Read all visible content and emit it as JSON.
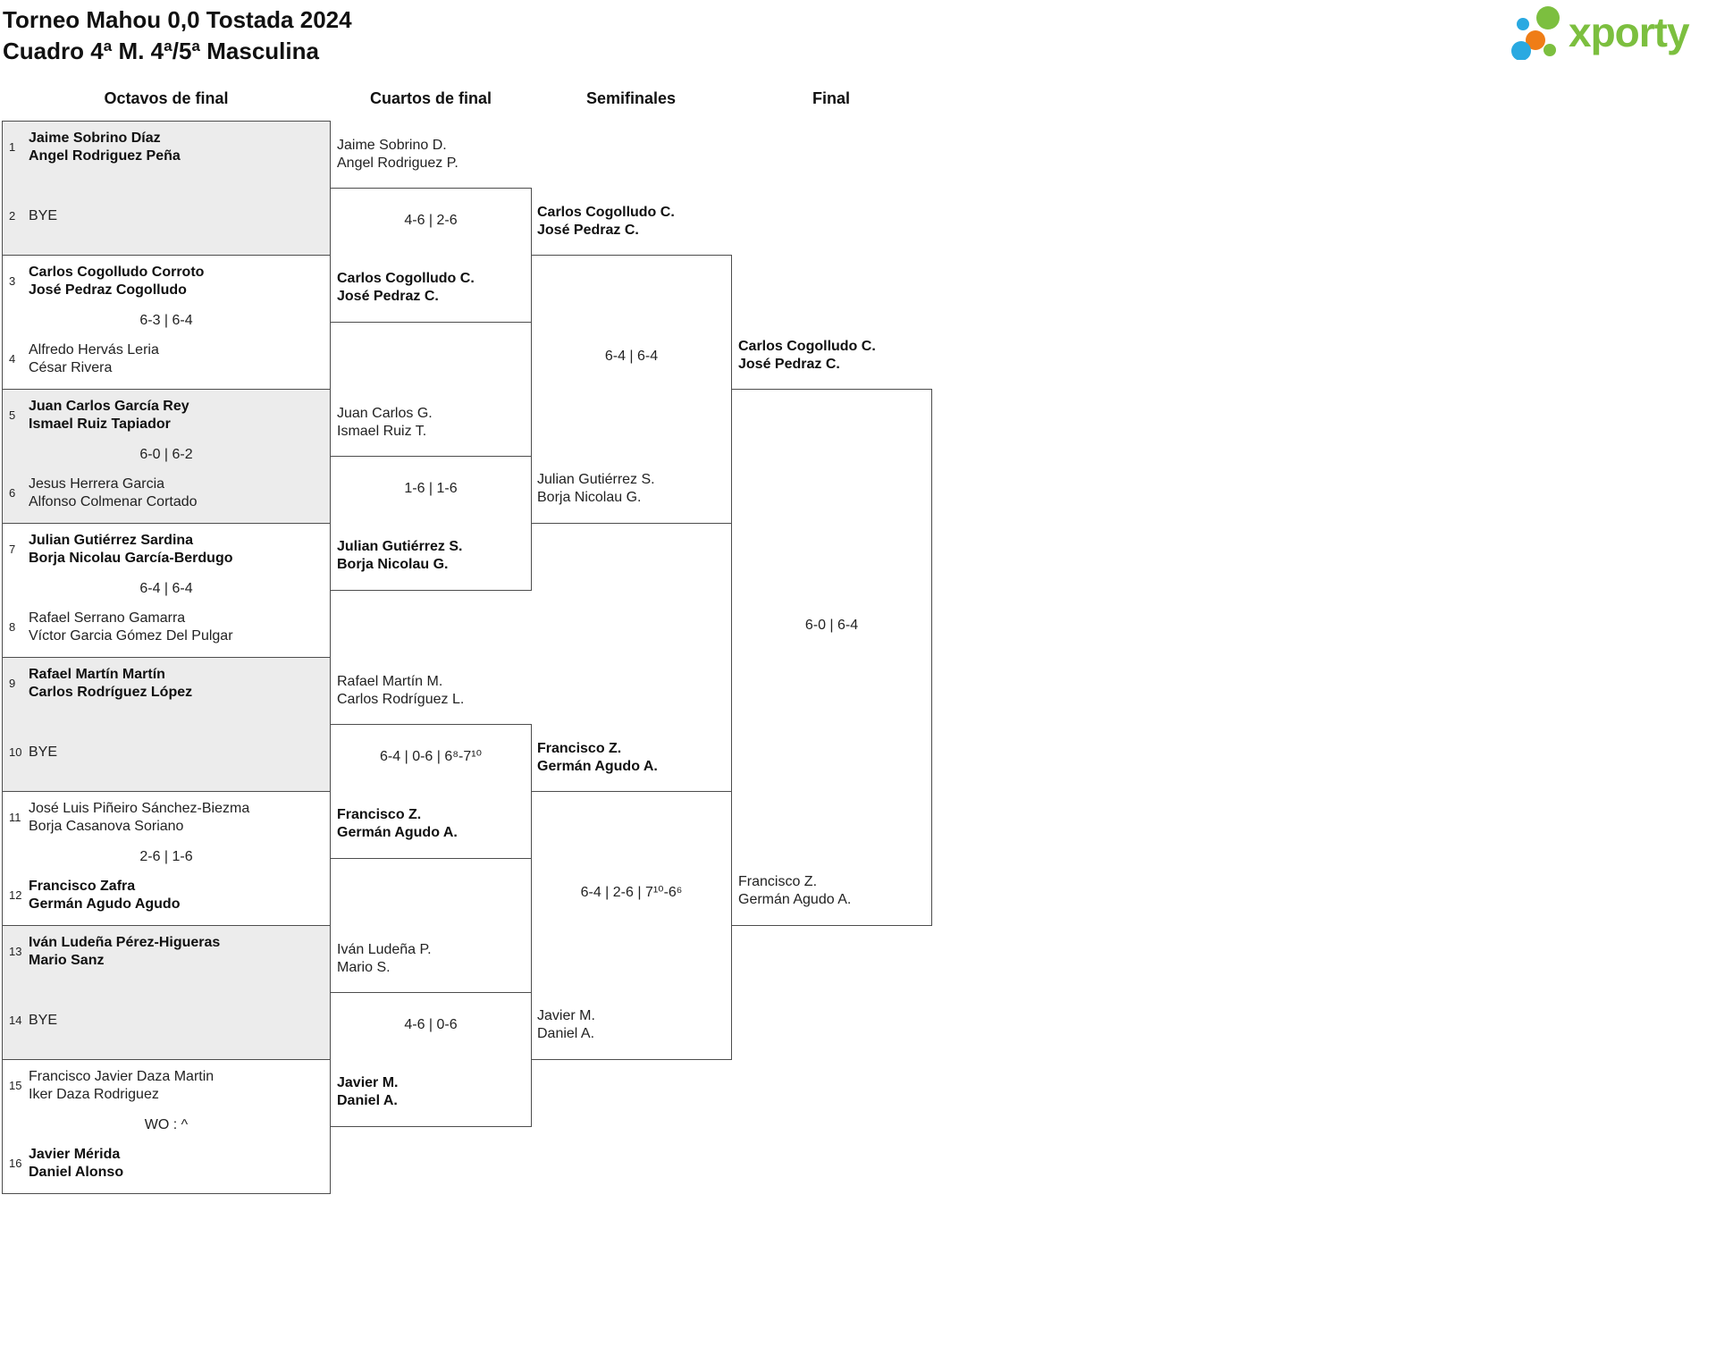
{
  "title": "Torneo Mahou 0,0 Tostada 2024",
  "subtitle": "Cuadro 4ª M. 4ª/5ª Masculina",
  "logo": {
    "text": "xporty",
    "green": "#7cbf3f",
    "blue": "#29a9e1",
    "orange": "#ef7d17"
  },
  "columns": [
    "Octavos de final",
    "Cuartos de final",
    "Semifinales",
    "Final"
  ],
  "rounds": {
    "octavos": {
      "matches": [
        {
          "top": {
            "seed": "1",
            "lines": [
              "Jaime Sobrino Díaz",
              "Angel Rodriguez Peña"
            ],
            "bold": true
          },
          "bottom": {
            "seed": "2",
            "lines": [
              "BYE"
            ],
            "bold": false
          },
          "score": ""
        },
        {
          "top": {
            "seed": "3",
            "lines": [
              "Carlos Cogolludo Corroto",
              "José Pedraz Cogolludo"
            ],
            "bold": true
          },
          "bottom": {
            "seed": "4",
            "lines": [
              "Alfredo Hervás Leria",
              "César Rivera"
            ],
            "bold": false
          },
          "score": "6-3 | 6-4"
        },
        {
          "top": {
            "seed": "5",
            "lines": [
              "Juan Carlos García Rey",
              "Ismael Ruiz Tapiador"
            ],
            "bold": true
          },
          "bottom": {
            "seed": "6",
            "lines": [
              "Jesus Herrera Garcia",
              "Alfonso Colmenar Cortado"
            ],
            "bold": false
          },
          "score": "6-0 | 6-2"
        },
        {
          "top": {
            "seed": "7",
            "lines": [
              "Julian Gutiérrez Sardina",
              "Borja Nicolau García-Berdugo"
            ],
            "bold": true
          },
          "bottom": {
            "seed": "8",
            "lines": [
              "Rafael Serrano Gamarra",
              "Víctor Garcia Gómez Del Pulgar"
            ],
            "bold": false
          },
          "score": "6-4 | 6-4"
        },
        {
          "top": {
            "seed": "9",
            "lines": [
              "Rafael Martín Martín",
              "Carlos Rodríguez López"
            ],
            "bold": true
          },
          "bottom": {
            "seed": "10",
            "lines": [
              "BYE"
            ],
            "bold": false
          },
          "score": ""
        },
        {
          "top": {
            "seed": "11",
            "lines": [
              "José Luis Piñeiro Sánchez-Biezma",
              "Borja Casanova Soriano"
            ],
            "bold": false
          },
          "bottom": {
            "seed": "12",
            "lines": [
              "Francisco Zafra",
              "Germán Agudo Agudo"
            ],
            "bold": true
          },
          "score": "2-6 | 1-6"
        },
        {
          "top": {
            "seed": "13",
            "lines": [
              "Iván Ludeña Pérez-Higueras",
              "Mario Sanz"
            ],
            "bold": true
          },
          "bottom": {
            "seed": "14",
            "lines": [
              "BYE"
            ],
            "bold": false
          },
          "score": ""
        },
        {
          "top": {
            "seed": "15",
            "lines": [
              "Francisco Javier Daza Martin",
              "Iker Daza Rodriguez"
            ],
            "bold": false
          },
          "bottom": {
            "seed": "16",
            "lines": [
              "Javier Mérida",
              "Daniel Alonso"
            ],
            "bold": true
          },
          "score": "WO : ^"
        }
      ]
    },
    "cuartos": {
      "matches": [
        {
          "top": {
            "lines": [
              "Jaime Sobrino D.",
              "Angel Rodriguez P."
            ],
            "bold": false
          },
          "bottom": {
            "lines": [
              "Carlos Cogolludo C.",
              "José Pedraz C."
            ],
            "bold": true
          },
          "score": "4-6 | 2-6"
        },
        {
          "top": {
            "lines": [
              "Juan Carlos G.",
              "Ismael Ruiz T."
            ],
            "bold": false
          },
          "bottom": {
            "lines": [
              "Julian Gutiérrez S.",
              "Borja Nicolau G."
            ],
            "bold": true
          },
          "score": "1-6 | 1-6"
        },
        {
          "top": {
            "lines": [
              "Rafael Martín M.",
              "Carlos Rodríguez L."
            ],
            "bold": false
          },
          "bottom": {
            "lines": [
              "Francisco Z.",
              "Germán Agudo A."
            ],
            "bold": true
          },
          "score": "6-4 | 0-6 | 6⁸-7¹⁰"
        },
        {
          "top": {
            "lines": [
              "Iván Ludeña P.",
              "Mario S."
            ],
            "bold": false
          },
          "bottom": {
            "lines": [
              "Javier M.",
              "Daniel A."
            ],
            "bold": true
          },
          "score": "4-6 | 0-6"
        }
      ]
    },
    "semifinales": {
      "matches": [
        {
          "top": {
            "lines": [
              "Carlos Cogolludo C.",
              "José Pedraz C."
            ],
            "bold": true
          },
          "bottom": {
            "lines": [
              "Julian Gutiérrez S.",
              "Borja Nicolau G."
            ],
            "bold": false
          },
          "score": "6-4 | 6-4"
        },
        {
          "top": {
            "lines": [
              "Francisco Z.",
              "Germán Agudo A."
            ],
            "bold": true
          },
          "bottom": {
            "lines": [
              "Javier M.",
              "Daniel A."
            ],
            "bold": false
          },
          "score": "6-4 | 2-6 | 7¹⁰-6⁶"
        }
      ]
    },
    "final": {
      "matches": [
        {
          "top": {
            "lines": [
              "Carlos Cogolludo C.",
              "José Pedraz C."
            ],
            "bold": true
          },
          "bottom": {
            "lines": [
              "Francisco Z.",
              "Germán Agudo A."
            ],
            "bold": false
          },
          "score": "6-0 | 6-4"
        }
      ]
    }
  }
}
